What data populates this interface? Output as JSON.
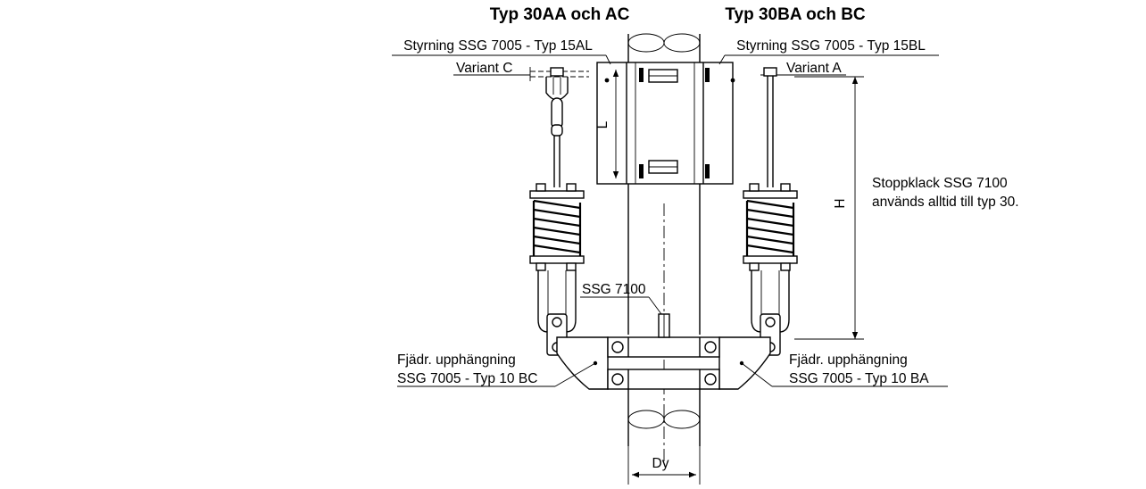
{
  "titles": {
    "left": "Typ 30AA och AC",
    "right": "Typ 30BA och BC"
  },
  "labels": {
    "guide_left": "Styrning SSG 7005 - Typ 15AL",
    "guide_right": "Styrning SSG 7005 - Typ 15BL",
    "variant_c": "Variant C",
    "variant_a": "Variant A",
    "dim_l": "L",
    "dim_h": "H",
    "dim_dy": "Dy",
    "stop_note_line1": "Stoppklack SSG 7100",
    "stop_note_line2": "används alltid till typ 30.",
    "ssg7100": "SSG 7100",
    "hanger_left_line1": "Fjädr. upphängning",
    "hanger_left_line2": "SSG 7005 - Typ 10 BC",
    "hanger_right_line1": "Fjädr. upphängning",
    "hanger_right_line2": "SSG 7005 - Typ 10 BA"
  },
  "colors": {
    "line": "#000000",
    "background": "#ffffff"
  }
}
